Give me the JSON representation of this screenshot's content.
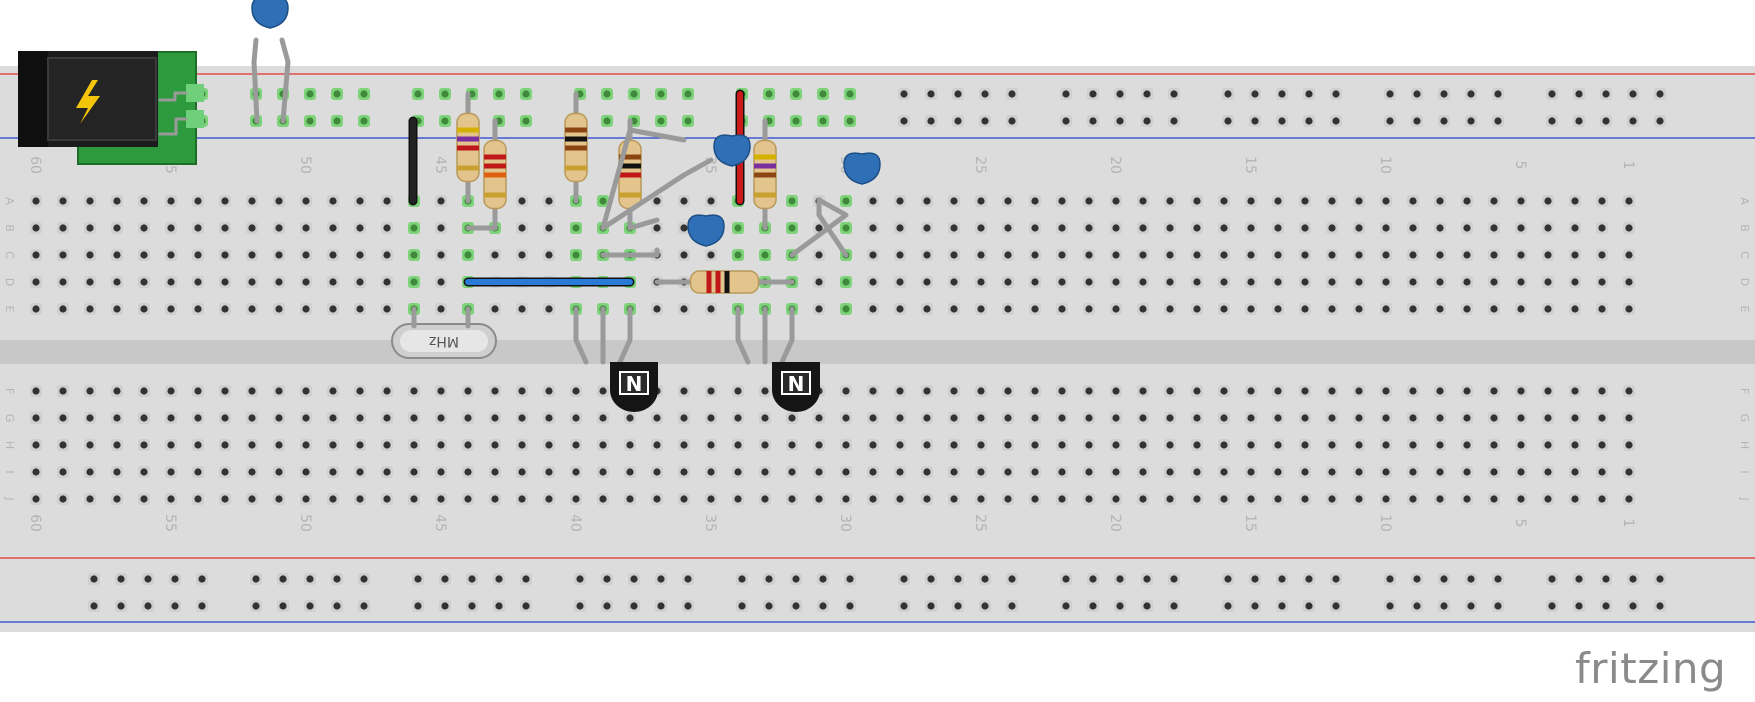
{
  "app": {
    "brand": "fritzing"
  },
  "breadboard": {
    "row_labels_top": [
      "A",
      "B",
      "C",
      "D",
      "E"
    ],
    "row_labels_bottom": [
      "F",
      "G",
      "H",
      "I",
      "J"
    ],
    "column_numbers": [
      "60",
      "55",
      "50",
      "45",
      "40",
      "35",
      "30",
      "25",
      "20",
      "15",
      "10",
      "5",
      "1"
    ],
    "rail_line_colors": {
      "positive": "#e03030",
      "negative": "#2040d0"
    }
  },
  "crystal": {
    "label": "MHz"
  },
  "components": {
    "power_jack": {
      "icon": "lightning-bolt-icon"
    },
    "transistors": [
      {
        "marking": "N"
      },
      {
        "marking": "N"
      }
    ],
    "resistor_bands": [
      [
        "#d4b000",
        "#7a2ea0",
        "#c01818"
      ],
      [
        "#c01818",
        "#c01818",
        "#e06010"
      ],
      [
        "#8b4513",
        "#111111",
        "#8b4513"
      ],
      [
        "#8b4513",
        "#111111",
        "#c01818"
      ],
      [
        "#d4b000",
        "#7a2ea0",
        "#8b4513"
      ],
      [
        "#c01818",
        "#c01818",
        "#111111"
      ]
    ],
    "wire_colors": {
      "black": "#222222",
      "red": "#cc1a1a",
      "blue": "#2a7ad8",
      "lead": "#9a9a9a"
    },
    "capacitor_color": "#2f6fb5"
  },
  "colors": {
    "board": "#dcdcdc",
    "board_gap": "#c8c8c8",
    "hole": "#333333",
    "active_hole": "#7ed37a"
  }
}
